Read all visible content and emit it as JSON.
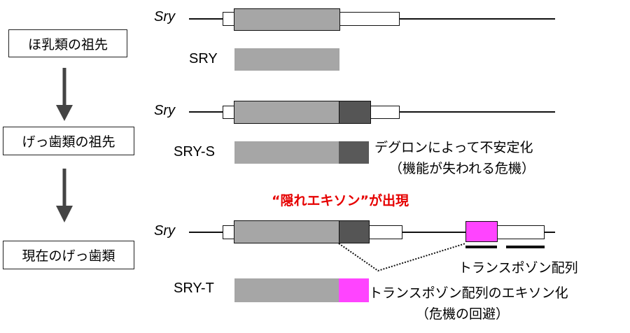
{
  "stages": [
    "ほ乳類の祖先",
    "げっ歯類の祖先",
    "現在のげっ歯類"
  ],
  "gene_label": "Sry",
  "proteins": [
    "SRY",
    "SRY-S",
    "SRY-T"
  ],
  "annotations": {
    "degron": "デグロンによって不安定化",
    "degron_sub": "（機能が失われる危機）",
    "hidden_exon": "“隠れエキソン”が出現",
    "transposon": "トランスポゾン配列",
    "exonization": "トランスポゾン配列のエキソン化",
    "exonization_sub": "（危機の回避）"
  },
  "colors": {
    "coding": "#a6a6a6",
    "degron": "#555555",
    "transposon_exon": "#ff44ff",
    "highlight": "#e60000"
  }
}
